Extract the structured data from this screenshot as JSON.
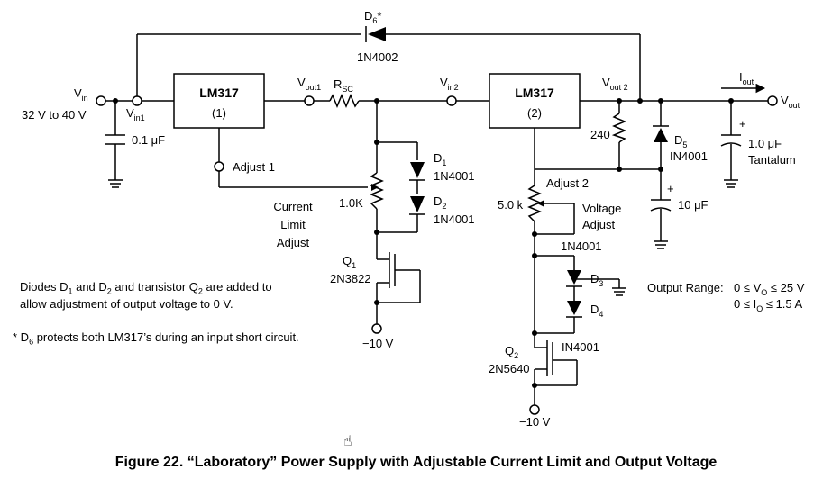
{
  "title": "Figure 22. “Laboratory” Power Supply with Adjustable Current Limit and Output Voltage",
  "regulators": [
    {
      "name": "LM317",
      "index": "(1)"
    },
    {
      "name": "LM317",
      "index": "(2)"
    }
  ],
  "input": {
    "label": "V",
    "sub": "in",
    "range": "32 V to 40 V",
    "node": "V",
    "node_sub": "in1",
    "cap": "0.1 μF"
  },
  "nodes": {
    "vout1": {
      "label": "V",
      "sub": "out1"
    },
    "rsc": {
      "label": "R",
      "sub": "SC"
    },
    "vin2": {
      "label": "V",
      "sub": "in2"
    },
    "vout2": {
      "label": "V",
      "sub": "out 2"
    },
    "iout": {
      "label": "I",
      "sub": "out"
    },
    "vout": {
      "label": "V",
      "sub": "out"
    }
  },
  "adjust": {
    "adj1": "Adjust 1",
    "adj2": "Adjust 2"
  },
  "components": {
    "d6": {
      "label": "D",
      "sub": "6",
      "mark": "*",
      "part": "1N4002"
    },
    "d1": {
      "label": "D",
      "sub": "1",
      "part": "1N4001"
    },
    "d2": {
      "label": "D",
      "sub": "2",
      "part": "1N4001"
    },
    "d3": {
      "label": "D",
      "sub": "3"
    },
    "d4": {
      "label": "D",
      "sub": "4"
    },
    "d34_part": "1N4001",
    "d5": {
      "label": "D",
      "sub": "5",
      "part": "IN4001"
    },
    "pot1": {
      "value": "1.0K",
      "l1": "Current",
      "l2": "Limit",
      "l3": "Adjust"
    },
    "pot2": {
      "value": "5.0 k",
      "l1": "Voltage",
      "l2": "Adjust"
    },
    "r240": "240",
    "c10": "10 μF",
    "c1": {
      "value": "1.0 μF",
      "type": "Tantalum"
    },
    "q1": {
      "label": "Q",
      "sub": "1",
      "part": "2N3822"
    },
    "q2": {
      "label": "Q",
      "sub": "2",
      "part": "2N5640",
      "extra": "IN4001"
    },
    "neg1": "−10 V",
    "neg2": "−10 V"
  },
  "output_range": {
    "label": "Output Range:",
    "v_line": "0 ≤ V",
    "v_sub": "O",
    "v_tail": " ≤ 25 V",
    "i_line": "0 ≤ I",
    "i_sub": "O",
    "i_tail": " ≤ 1.5 A"
  },
  "notes": {
    "n1_a": "Diodes D",
    "n1_s1": "1",
    "n1_b": " and D",
    "n1_s2": "2",
    "n1_c": " and transistor Q",
    "n1_s3": "2",
    "n1_d": " are added to",
    "n1_line2": "allow adjustment of output voltage to 0 V.",
    "n2_a": "* D",
    "n2_s": "6",
    "n2_b": " protects both LM317’s during an input short circuit."
  }
}
